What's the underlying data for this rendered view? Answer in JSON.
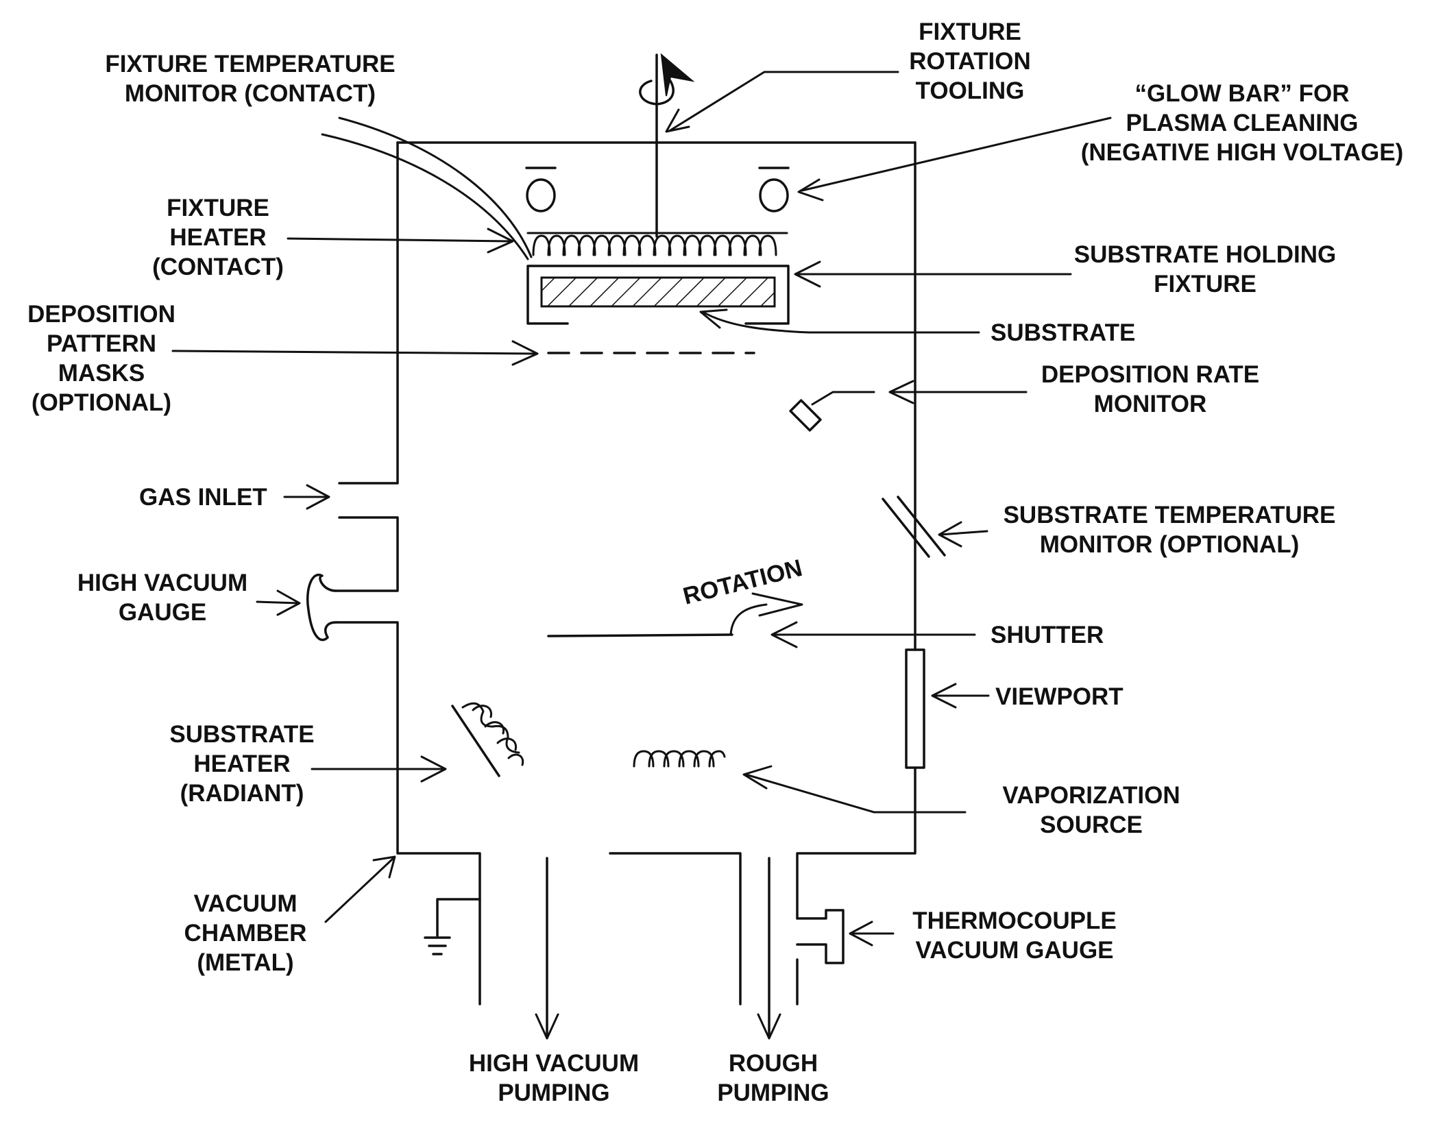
{
  "labels": {
    "fixture_rotation": [
      "FIXTURE",
      "ROTATION",
      "TOOLING"
    ],
    "fixture_temp_monitor": [
      "FIXTURE TEMPERATURE",
      "MONITOR (CONTACT)"
    ],
    "glow_bar": [
      "“GLOW BAR” FOR",
      "PLASMA CLEANING",
      "(NEGATIVE HIGH VOLTAGE)"
    ],
    "fixture_heater": [
      "FIXTURE",
      "HEATER",
      "(CONTACT)"
    ],
    "substrate_holding_fixture": [
      "SUBSTRATE HOLDING",
      "FIXTURE"
    ],
    "substrate": [
      "SUBSTRATE"
    ],
    "deposition_masks": [
      "DEPOSITION",
      "PATTERN",
      "MASKS",
      "(OPTIONAL)"
    ],
    "deposition_rate_monitor": [
      "DEPOSITION RATE",
      "MONITOR"
    ],
    "gas_inlet": [
      "GAS INLET"
    ],
    "substrate_temp_monitor": [
      "SUBSTRATE TEMPERATURE",
      "MONITOR (OPTIONAL)"
    ],
    "high_vacuum_gauge": [
      "HIGH VACUUM",
      "GAUGE"
    ],
    "rotation": [
      "ROTATION"
    ],
    "shutter": [
      "SHUTTER"
    ],
    "viewport": [
      "VIEWPORT"
    ],
    "substrate_heater": [
      "SUBSTRATE",
      "HEATER",
      "(RADIANT)"
    ],
    "vaporization_source": [
      "VAPORIZATION",
      "SOURCE"
    ],
    "vacuum_chamber": [
      "VACUUM",
      "CHAMBER",
      "(METAL)"
    ],
    "thermocouple_gauge": [
      "THERMOCOUPLE",
      "VACUUM GAUGE"
    ],
    "high_vacuum_pumping": [
      "HIGH VACUUM",
      "PUMPING"
    ],
    "rough_pumping": [
      "ROUGH",
      "PUMPING"
    ]
  }
}
